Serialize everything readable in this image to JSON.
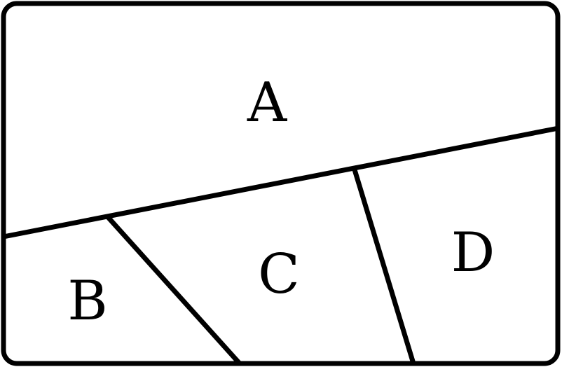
{
  "diagram": {
    "regions": [
      {
        "id": "A",
        "label": "A"
      },
      {
        "id": "B",
        "label": "B"
      },
      {
        "id": "C",
        "label": "C"
      },
      {
        "id": "D",
        "label": "D"
      }
    ],
    "stroke_color": "#000000",
    "background_color": "#ffffff"
  }
}
